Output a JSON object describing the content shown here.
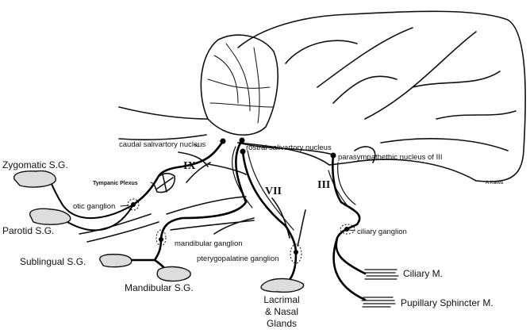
{
  "nuclei": {
    "caudal": "caudal salivartory nucleus",
    "rostral": "rostral salivartory nucleus",
    "oculomotor": "parasympathethic nucleus of III"
  },
  "nerves": {
    "ix": "IX",
    "vii": "VII",
    "iii": "III"
  },
  "plexus": "Tympanic  Plexus",
  "ganglia": {
    "otic": "otic ganglion",
    "mandibular": "mandibular ganglion",
    "pterygopalatine": "pterygopalatine ganglion",
    "ciliary": "ciliary ganglion"
  },
  "targets": {
    "zygomatic": "Zygomatic S.G.",
    "parotid": "Parotid S.G.",
    "sublingual": "Sublingual S.G.",
    "mandibular": "Mandibular S.G.",
    "lacrimal": [
      "Lacrimal",
      "& Nasal",
      "Glands"
    ],
    "ciliary_m": "Ciliary M.",
    "pupillary": "Pupillary Sphincter M."
  },
  "signature": "A.Kalwa"
}
